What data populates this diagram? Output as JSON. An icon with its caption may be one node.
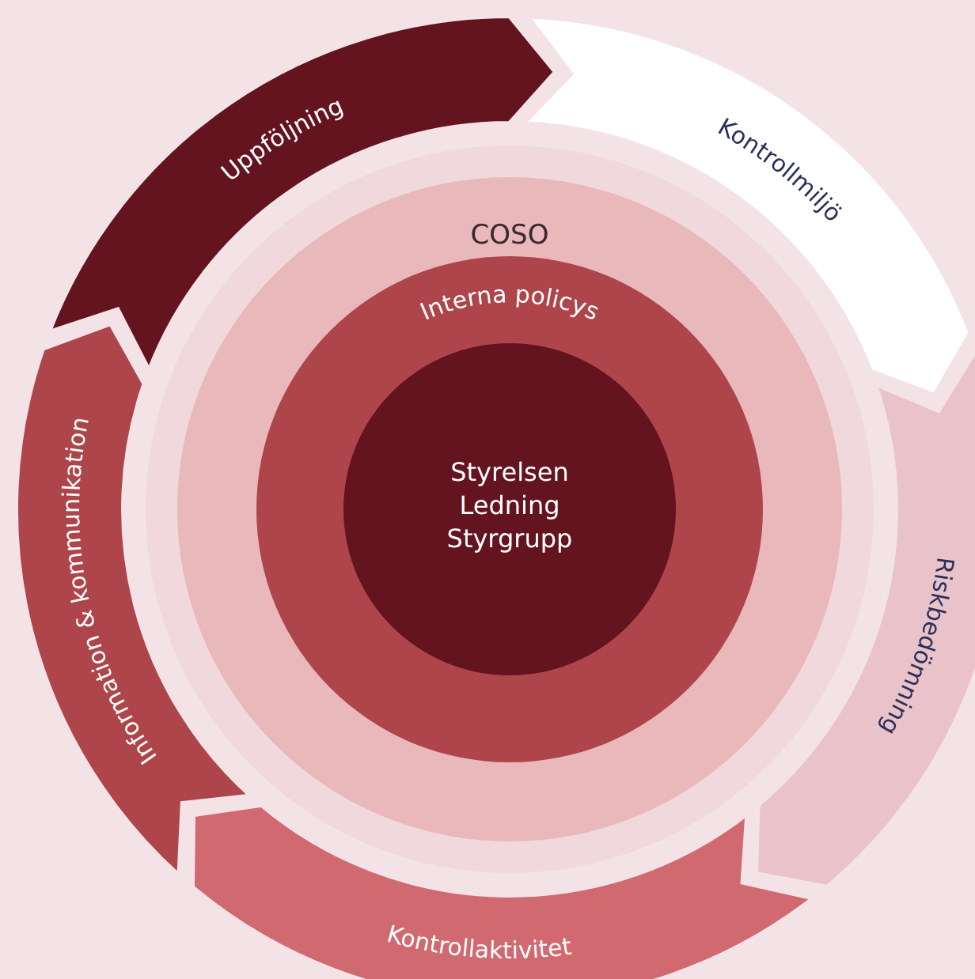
{
  "diagram": {
    "nodes": [
      {
        "text": [
          "COSO"
        ]
      },
      {
        "text": [
          "Interna policys"
        ],
        "in": 0
      },
      {
        "text": [
          "Styrelsen Ledning Styrgrupp"
        ],
        "in": 1
      },
      {
        "text": [
          "Uppföljning"
        ]
      },
      {
        "text": [
          "Kontrollmiljö"
        ]
      },
      {
        "text": [
          "Riskbedömning"
        ]
      },
      {
        "text": [
          "Kontrollaktivitet"
        ]
      },
      {
        "text": [
          "Information & kommunikation"
        ]
      }
    ]
  }
}
